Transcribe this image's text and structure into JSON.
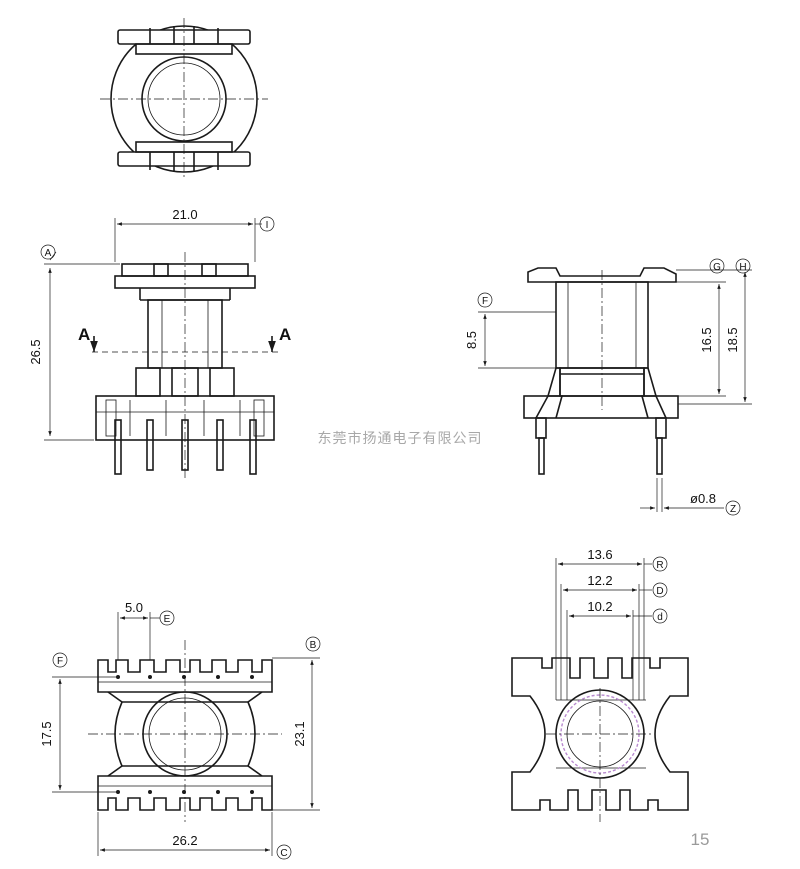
{
  "dimensions": {
    "width_top": "21.0",
    "height_total": "26.5",
    "height_side_1": "8.5",
    "height_side_2": "16.5",
    "height_side_3": "18.5",
    "pin_diameter": "ø0.8",
    "pin_pitch": "5.0",
    "bottom_height": "17.5",
    "bottom_depth": "23.1",
    "bottom_width": "26.2",
    "dia_r": "13.6",
    "dia_d_upper": "12.2",
    "dia_d_lower": "10.2"
  },
  "callouts": {
    "I": "I",
    "A": "A",
    "G": "G",
    "H": "H",
    "F": "F",
    "Z": "Z",
    "E": "E",
    "B": "B",
    "C": "C",
    "R": "R",
    "D": "D",
    "d": "d"
  },
  "section_label": "A",
  "watermark": "东莞市扬通电子有限公司",
  "page_number": "15"
}
